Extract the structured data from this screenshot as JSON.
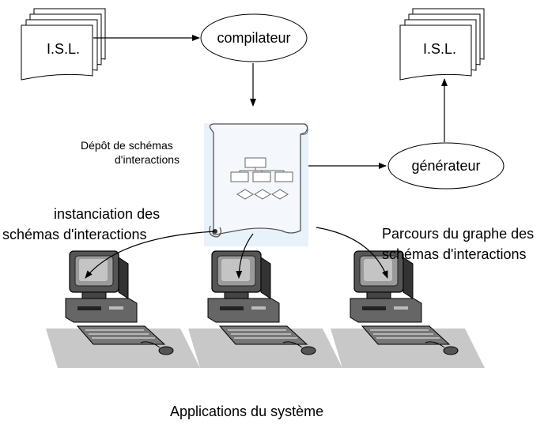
{
  "isl_input": {
    "label": "I.S.L."
  },
  "isl_output": {
    "label": "I.S.L."
  },
  "compiler": {
    "label": "compilateur"
  },
  "generator": {
    "label": "générateur"
  },
  "repository": {
    "label_line1": "Dépôt de schémas",
    "label_line2": "d'interactions"
  },
  "instantiation": {
    "line1": "instanciation des",
    "line2": "schémas d'interactions"
  },
  "traversal": {
    "line1": "Parcours du graphe des",
    "line2": "schémas d'interactions"
  },
  "applications": {
    "label": "Applications du système"
  },
  "colors": {
    "scroll_bg": "#e8f2fb",
    "line": "#000000",
    "shadow": "#bdbdbd"
  }
}
